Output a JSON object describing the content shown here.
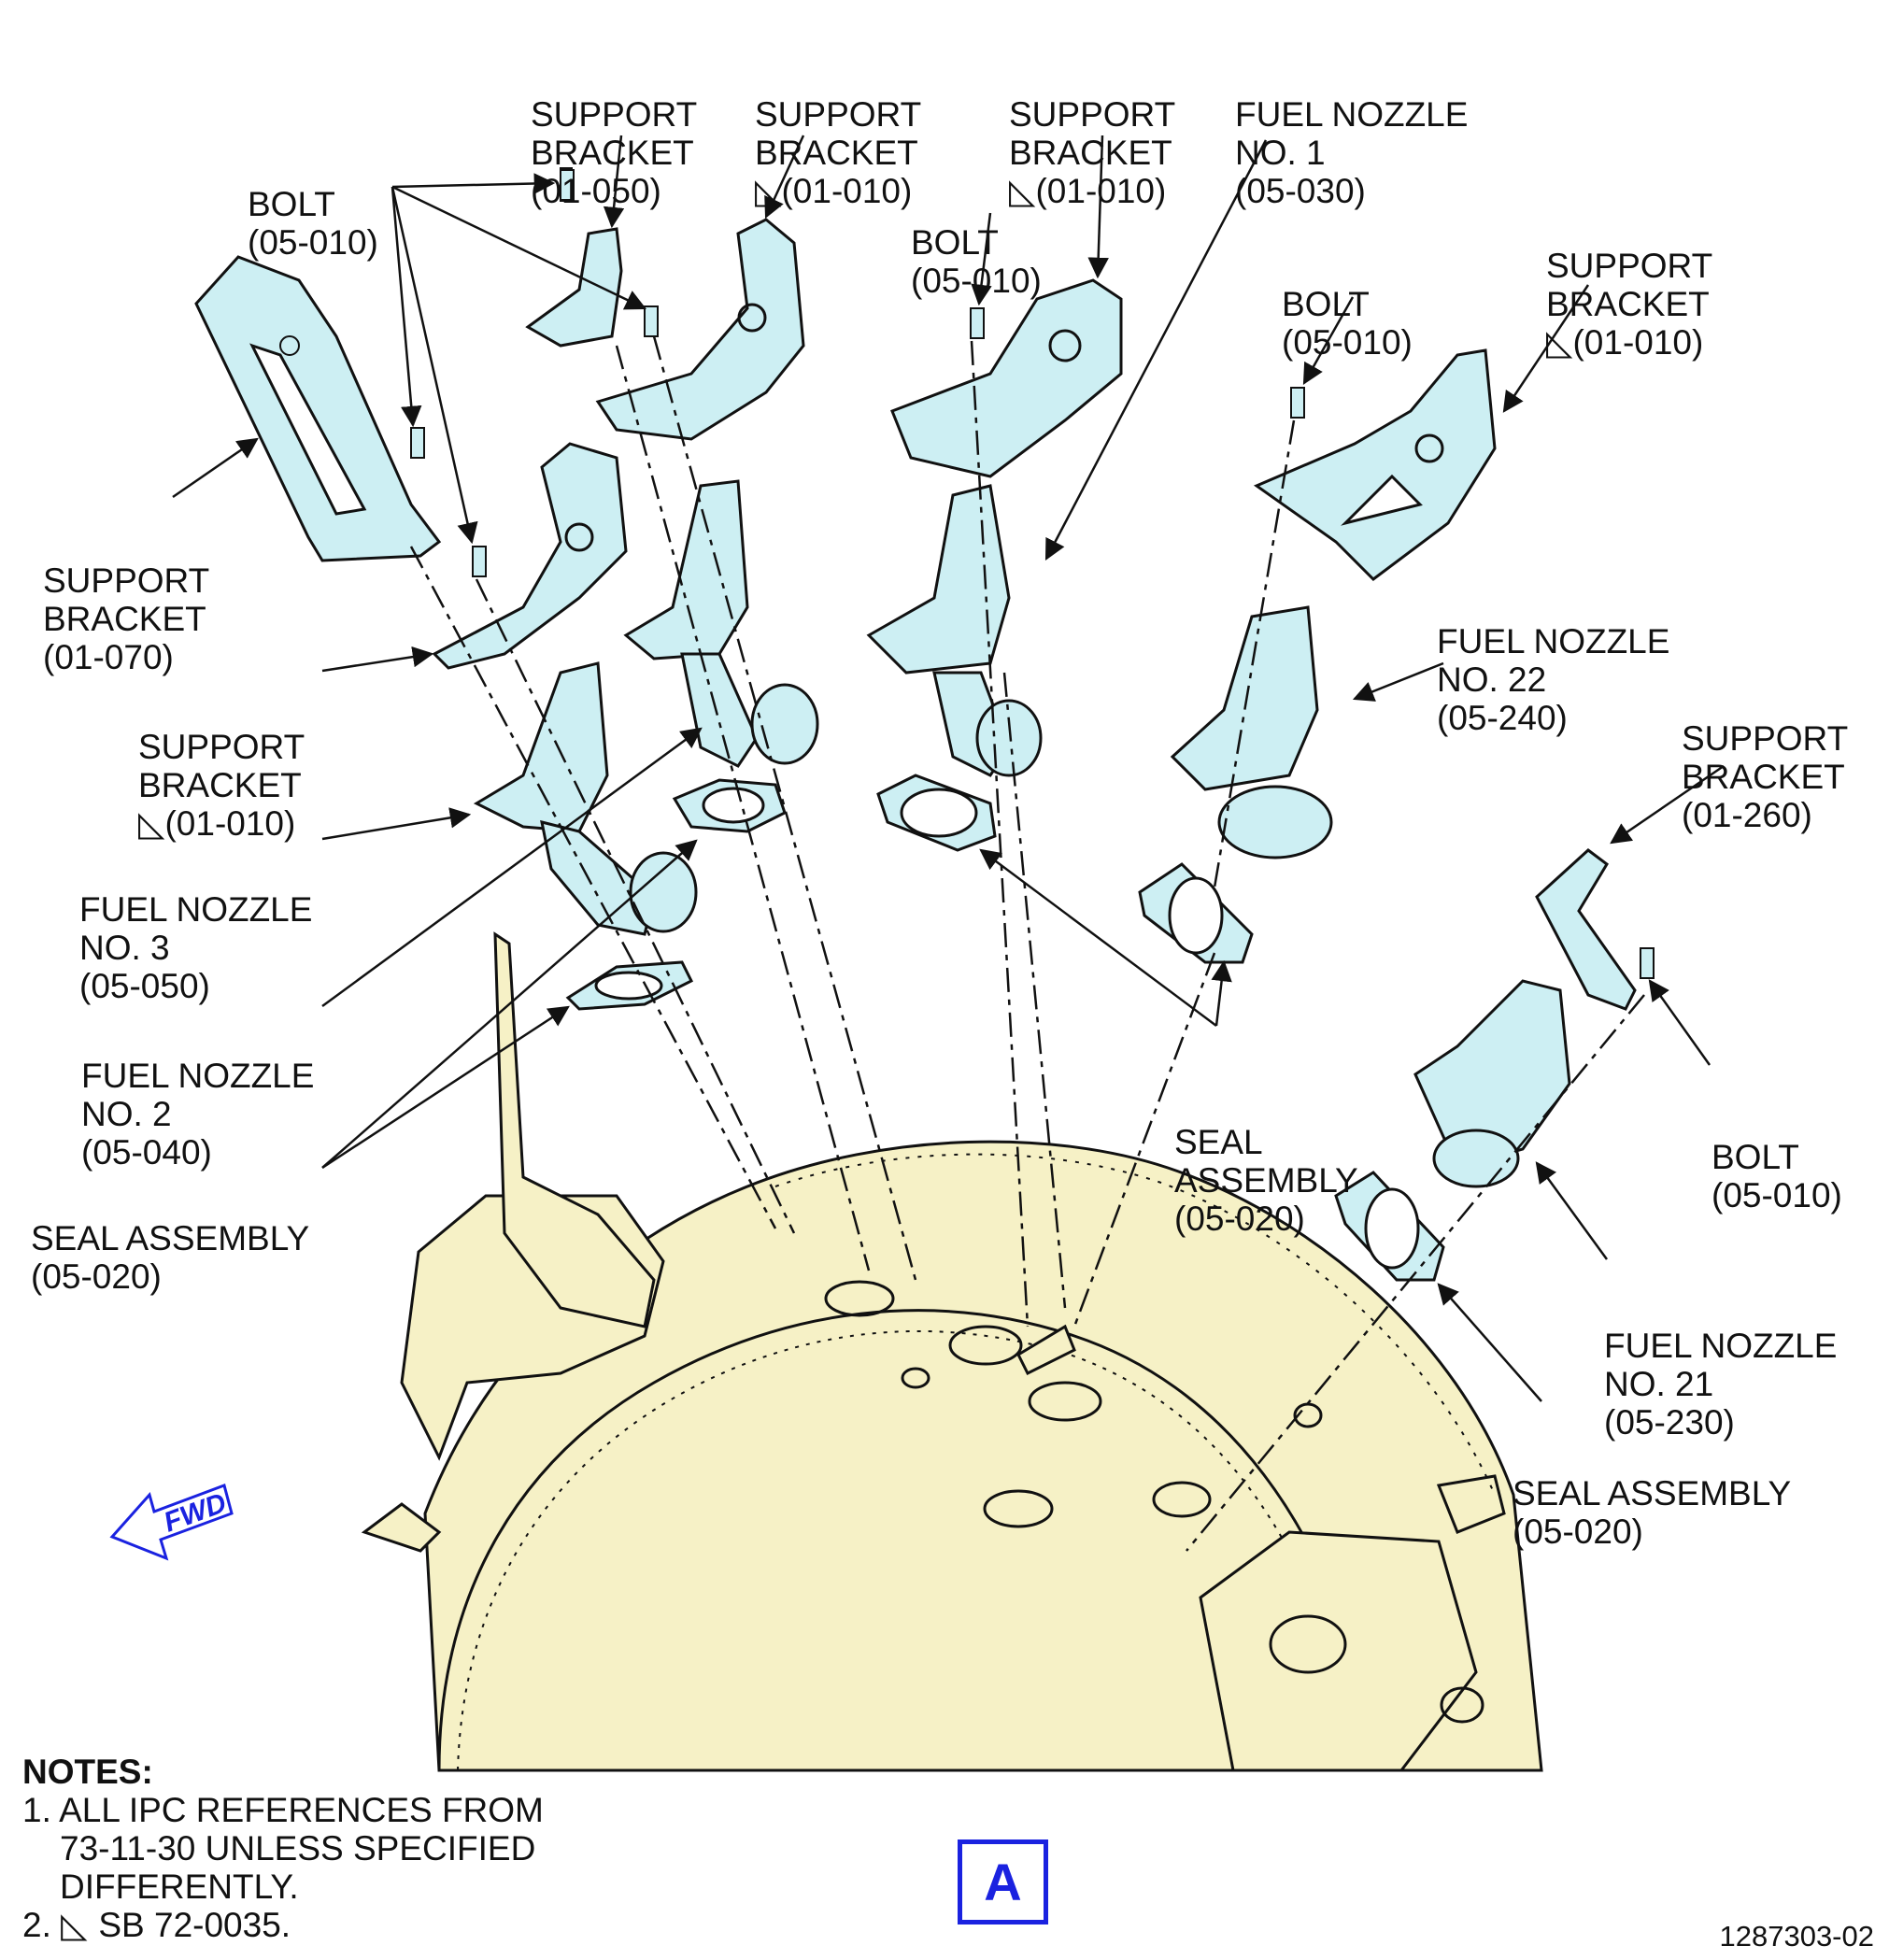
{
  "labels": {
    "bolt_top_left": [
      "BOLT",
      "(05-010)"
    ],
    "support_bracket_01050": [
      "SUPPORT",
      "BRACKET",
      "(01-050)"
    ],
    "support_bracket_01010_a": [
      "SUPPORT",
      "BRACKET",
      "(01-010)"
    ],
    "support_bracket_01010_b": [
      "SUPPORT",
      "BRACKET",
      "(01-010)"
    ],
    "fuel_nozzle_1": [
      "FUEL NOZZLE",
      "NO. 1",
      "(05-030)"
    ],
    "bolt_center": [
      "BOLT",
      "(05-010)"
    ],
    "bolt_right": [
      "BOLT",
      "(05-010)"
    ],
    "support_bracket_01010_c": [
      "SUPPORT",
      "BRACKET",
      "(01-010)"
    ],
    "support_bracket_01070": [
      "SUPPORT",
      "BRACKET",
      "(01-070)"
    ],
    "fuel_nozzle_22": [
      "FUEL NOZZLE",
      "NO. 22",
      "(05-240)"
    ],
    "support_bracket_01010_d": [
      "SUPPORT",
      "BRACKET",
      "(01-010)"
    ],
    "support_bracket_01260": [
      "SUPPORT",
      "BRACKET",
      "(01-260)"
    ],
    "fuel_nozzle_3": [
      "FUEL NOZZLE",
      "NO. 3",
      "(05-050)"
    ],
    "fuel_nozzle_2": [
      "FUEL NOZZLE",
      "NO. 2",
      "(05-040)"
    ],
    "bolt_lower_right": [
      "BOLT",
      "(05-010)"
    ],
    "seal_assembly_center": [
      "SEAL",
      "ASSEMBLY",
      "(05-020)"
    ],
    "seal_assembly_left": [
      "SEAL ASSEMBLY",
      "(05-020)"
    ],
    "fuel_nozzle_21": [
      "FUEL NOZZLE",
      "NO. 21",
      "(05-230)"
    ],
    "seal_assembly_right": [
      "SEAL ASSEMBLY",
      "(05-020)"
    ]
  },
  "fwd_arrow": "FWD",
  "notes": {
    "title": "NOTES:",
    "item1": [
      "1. ALL IPC REFERENCES FROM",
      "73-11-30 UNLESS SPECIFIED",
      "DIFFERENTLY."
    ],
    "item2": "2. SB 72-0035."
  },
  "view_label": "A",
  "document_number": "1287303-02",
  "colors": {
    "part_fill": "#cdeff3",
    "casing_fill": "#f6f1c6",
    "line": "#111111",
    "accent_blue": "#1a22e0"
  },
  "icons": {
    "change_marker": "triangle-marker-icon",
    "fwd": "fwd-arrow-icon"
  }
}
